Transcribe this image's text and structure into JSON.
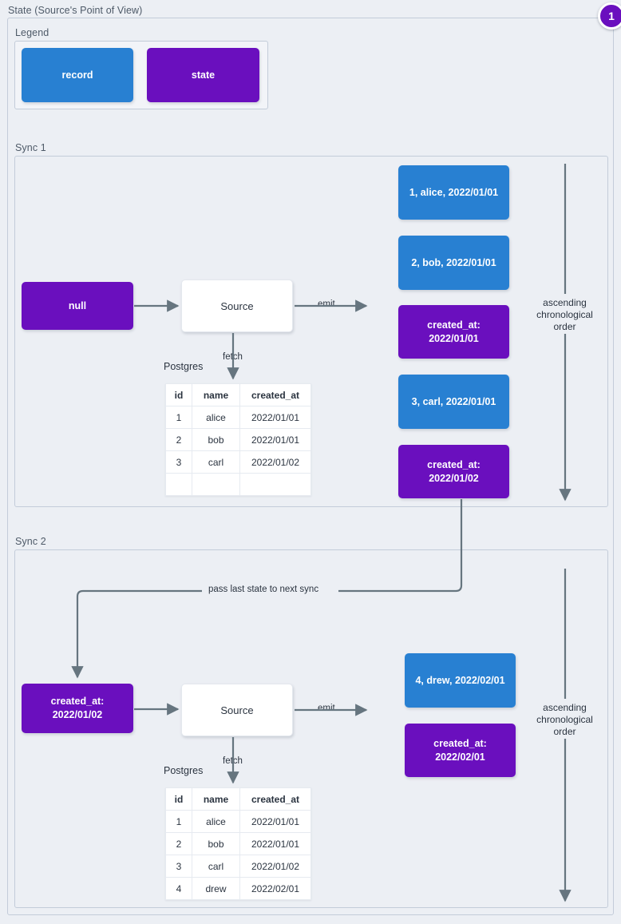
{
  "diagram": {
    "title": "State (Source's Point of View)",
    "badge": "1"
  },
  "legend": {
    "label": "Legend",
    "items": [
      {
        "label": "record",
        "color": "#2880d2"
      },
      {
        "label": "state",
        "color": "#6a0fbe"
      }
    ]
  },
  "sync1": {
    "label": "Sync 1",
    "input_state": "null",
    "source": "Source",
    "fetch_label": "fetch",
    "emit_label": "emit",
    "db_label": "Postgres",
    "order_note": "ascending\nchronological\norder",
    "table": {
      "columns": [
        "id",
        "name",
        "created_at"
      ],
      "rows": [
        [
          "1",
          "alice",
          "2022/01/01"
        ],
        [
          "2",
          "bob",
          "2022/01/01"
        ],
        [
          "3",
          "carl",
          "2022/01/02"
        ],
        [
          "",
          "",
          ""
        ]
      ]
    },
    "emitted": [
      {
        "kind": "record",
        "text": "1, alice, 2022/01/01"
      },
      {
        "kind": "record",
        "text": "2, bob, 2022/01/01"
      },
      {
        "kind": "state",
        "text": "created_at:\n2022/01/01"
      },
      {
        "kind": "record",
        "text": "3, carl, 2022/01/01"
      },
      {
        "kind": "state",
        "text": "created_at:\n2022/01/02"
      }
    ]
  },
  "pass_state_label": "pass last state to next sync",
  "sync2": {
    "label": "Sync 2",
    "input_state": "created_at:\n2022/01/02",
    "source": "Source",
    "fetch_label": "fetch",
    "emit_label": "emit",
    "db_label": "Postgres",
    "order_note": "ascending\nchronological\norder",
    "table": {
      "columns": [
        "id",
        "name",
        "created_at"
      ],
      "rows": [
        [
          "1",
          "alice",
          "2022/01/01"
        ],
        [
          "2",
          "bob",
          "2022/01/01"
        ],
        [
          "3",
          "carl",
          "2022/01/02"
        ],
        [
          "4",
          "drew",
          "2022/02/01"
        ]
      ]
    },
    "emitted": [
      {
        "kind": "record",
        "text": "4, drew, 2022/02/01"
      },
      {
        "kind": "state",
        "text": "created_at:\n2022/02/01"
      }
    ]
  }
}
